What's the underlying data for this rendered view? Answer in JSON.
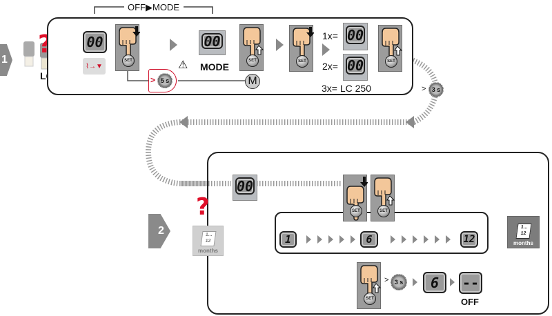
{
  "step1": {
    "number": "1",
    "bracket_label": "OFF▶MODE",
    "device_label": "LC",
    "question_mark": "?",
    "display_value": "00",
    "set_label": "SET",
    "timer_5s": "5 s",
    "timer_prefix": ">",
    "mode_label": "MODE",
    "mode_button": "M",
    "options": [
      {
        "label": "1x=",
        "display": "00"
      },
      {
        "label": "2x=",
        "display": "00"
      },
      {
        "label": "3x= LC 250"
      }
    ],
    "timer_3s": "3 s"
  },
  "step2": {
    "number": "2",
    "question_mark": "?",
    "display_value": "00",
    "calendar": {
      "top": "1...",
      "bottom": "12",
      "label": "months"
    },
    "sequence": [
      "1",
      "6",
      "12"
    ],
    "timer_prefix": ">",
    "timer_3s": "3 s",
    "result_display": "6",
    "off_display": "--",
    "off_label": "OFF"
  },
  "colors": {
    "accent_red": "#e0102a",
    "panel_gray": "#9c9c9c",
    "hand": "#f3c79a"
  }
}
